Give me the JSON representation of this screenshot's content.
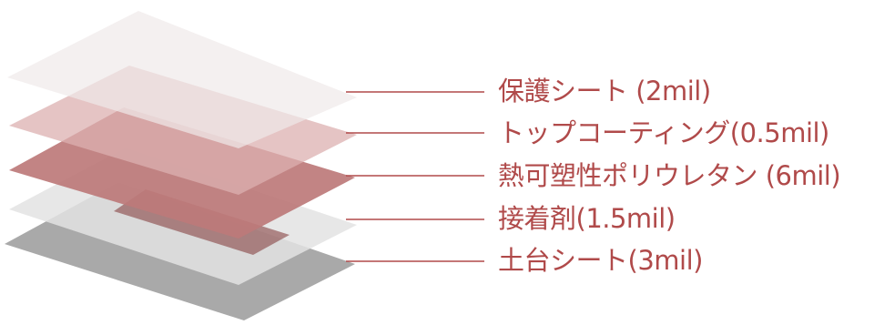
{
  "diagram": {
    "accent_color": "#b04a4a",
    "layers": [
      {
        "id": "protective-sheet",
        "label": "保護シート (2mil)",
        "color": "#f3eeee"
      },
      {
        "id": "top-coating",
        "label": "トップコーティング(0.5mil)",
        "color": "#e2bcbc"
      },
      {
        "id": "tpu",
        "label": "熱可塑性ポリウレタン (6mil)",
        "color": "#c07d7d"
      },
      {
        "id": "adhesive",
        "label": "接着剤(1.5mil)",
        "color": "#e4e4e4"
      },
      {
        "id": "base-sheet",
        "label": "土台シート(3mil)",
        "color": "#a8a8a8"
      }
    ]
  }
}
